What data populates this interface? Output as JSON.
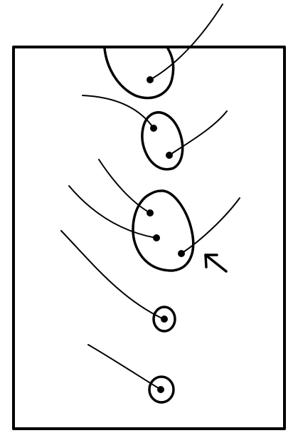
{
  "drawing": {
    "style": "black ink sketch on white",
    "ink_color": "#000000",
    "background_color": "#ffffff",
    "clusters": [
      {
        "name": "top-cluster",
        "points": 1,
        "partially_cut_by_frame": true
      },
      {
        "name": "second-cluster",
        "points": 2
      },
      {
        "name": "large-cluster",
        "points": 3,
        "marked_by_arrow": true
      },
      {
        "name": "small-cluster-1",
        "points": 1
      },
      {
        "name": "small-cluster-2",
        "points": 1
      }
    ],
    "arrow_icon": "arrow-pointing-up-left"
  }
}
